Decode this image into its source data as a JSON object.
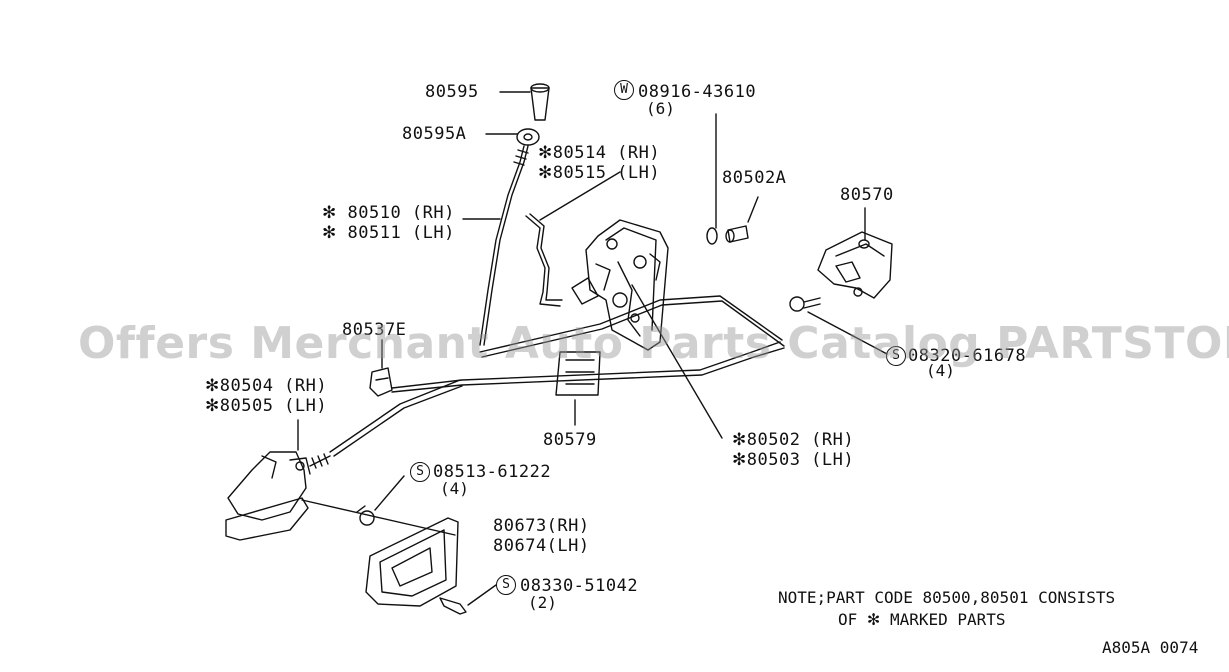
{
  "labels": {
    "p80595": "80595",
    "p80595A": "80595A",
    "p80514": "80514 (RH)",
    "p80515": "80515 (LH)",
    "p80510": "80510 (RH)",
    "p80511": "80511 (LH)",
    "w08916": "08916-43610",
    "w08916_qty": "(6)",
    "p80502A": "80502A",
    "p80570": "80570",
    "p80537E": "80537E",
    "s08320": "08320-61678",
    "s08320_qty": "(4)",
    "p80504": "80504 (RH)",
    "p80505": "80505 (LH)",
    "p80579": "80579",
    "p80502": "80502 (RH)",
    "p80503": "80503 (LH)",
    "s08513": "08513-61222",
    "s08513_qty": "(4)",
    "p80673": "80673(RH)",
    "p80674": "80674(LH)",
    "s08330": "08330-51042",
    "s08330_qty": "(2)"
  },
  "symbols": {
    "asterisk": "✻",
    "w_mark": "W",
    "s_mark": "S"
  },
  "note": {
    "line1": "NOTE;PART CODE 80500,80501 CONSISTS",
    "line2_prefix": "OF",
    "line2_suffix": "MARKED PARTS"
  },
  "diagram_code": "A805A 0074",
  "watermark": "Offers Merchant Auto Parts Catalog PARTSTORE.SA"
}
